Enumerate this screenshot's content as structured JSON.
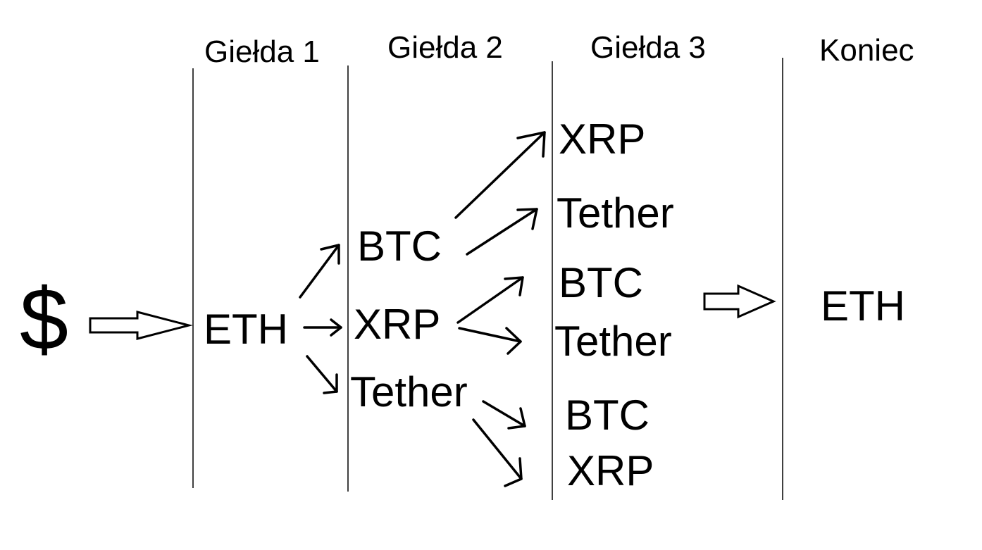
{
  "headers": {
    "exchange_1": "Giełda 1",
    "exchange_2": "Giełda 2",
    "exchange_3": "Giełda 3",
    "end": "Koniec"
  },
  "start": {
    "symbol": "$"
  },
  "exchange_1_nodes": [
    "ETH"
  ],
  "exchange_2_nodes": [
    "BTC",
    "XRP",
    "Tether"
  ],
  "exchange_3_nodes": [
    "XRP",
    "Tether",
    "BTC",
    "Tether",
    "BTC",
    "XRP"
  ],
  "end_nodes": [
    "ETH"
  ],
  "colors": {
    "ink": "#000000",
    "background": "#ffffff"
  }
}
